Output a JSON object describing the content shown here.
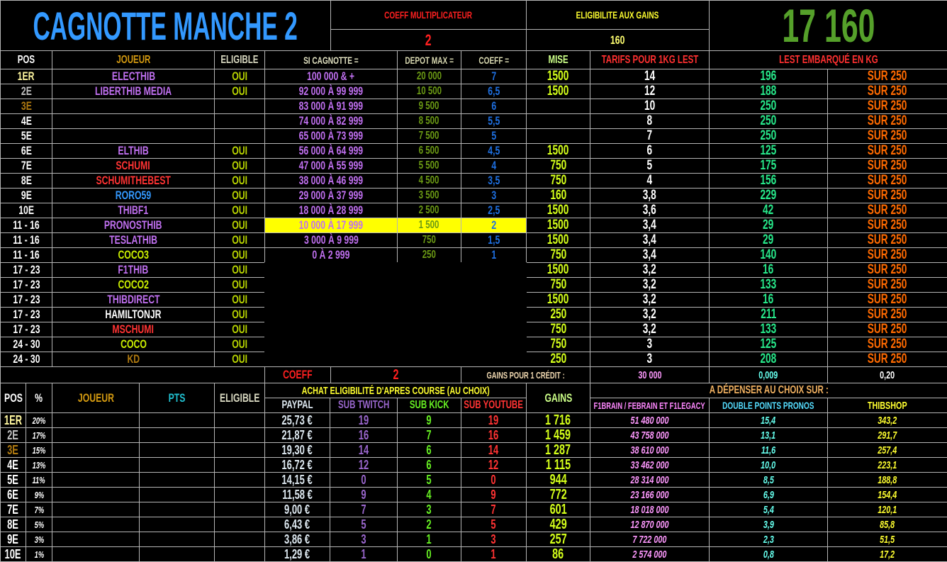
{
  "header": {
    "title": "CAGNOTTE MANCHE 2",
    "coeff_label": "COEFF MULTIPLICATEUR",
    "coeff_value": "2",
    "eligibility_label": "ELIGIBILITE AUX GAINS",
    "eligibility_value": "160",
    "jackpot": "17 160"
  },
  "top_columns": {
    "pos": "POS",
    "player": "JOUEUR",
    "eligible": "ELIGIBLE",
    "if_jackpot": "SI CAGNOTTE =",
    "max_deposit": "DEPOT MAX =",
    "coeff": "COEFF =",
    "bet": "MISE",
    "rate": "TARIFS POUR 1KG LEST",
    "ballast": "LEST EMBARQUÉ EN KG"
  },
  "top_rows": [
    {
      "pos": "1ER",
      "player": "ELECTHIB",
      "player_color": "#c070f0",
      "eligible": "OUI",
      "range": "100 000 & +",
      "deposit": "20 000",
      "coeff": "7",
      "bet": "1500",
      "rate": "14",
      "ballast": "196",
      "of": "SUR 250"
    },
    {
      "pos": "2E",
      "player": "LIBERTHIB MEDIA",
      "player_color": "#c070f0",
      "eligible": "OUI",
      "range": "92 000 À 99 999",
      "deposit": "10 500",
      "coeff": "6,5",
      "bet": "1500",
      "rate": "12",
      "ballast": "188",
      "of": "SUR 250"
    },
    {
      "pos": "3E",
      "player": "",
      "player_color": "#c070f0",
      "eligible": "",
      "range": "83 000 À 91 999",
      "deposit": "9 500",
      "coeff": "6",
      "bet": "",
      "rate": "10",
      "ballast": "250",
      "of": "SUR 250"
    },
    {
      "pos": "4E",
      "player": "",
      "player_color": "#c070f0",
      "eligible": "",
      "range": "74 000 À 82 999",
      "deposit": "8 500",
      "coeff": "5,5",
      "bet": "",
      "rate": "8",
      "ballast": "250",
      "of": "SUR 250"
    },
    {
      "pos": "5E",
      "player": "",
      "player_color": "#c070f0",
      "eligible": "",
      "range": "65 000 À 73 999",
      "deposit": "7 500",
      "coeff": "5",
      "bet": "",
      "rate": "7",
      "ballast": "250",
      "of": "SUR 250"
    },
    {
      "pos": "6E",
      "player": "ELTHIB",
      "player_color": "#c070f0",
      "eligible": "OUI",
      "range": "56 000 À 64 999",
      "deposit": "6 500",
      "coeff": "4,5",
      "bet": "1500",
      "rate": "6",
      "ballast": "125",
      "of": "SUR 250"
    },
    {
      "pos": "7E",
      "player": "SCHUMI",
      "player_color": "#ff3333",
      "eligible": "OUI",
      "range": "47 000 À 55 999",
      "deposit": "5 500",
      "coeff": "4",
      "bet": "750",
      "rate": "5",
      "ballast": "175",
      "of": "SUR 250"
    },
    {
      "pos": "8E",
      "player": "SCHUMITHEBEST",
      "player_color": "#ff3333",
      "eligible": "OUI",
      "range": "38 000 À 46 999",
      "deposit": "4 500",
      "coeff": "3,5",
      "bet": "750",
      "rate": "4",
      "ballast": "156",
      "of": "SUR 250"
    },
    {
      "pos": "9E",
      "player": "RORO59",
      "player_color": "#3399ff",
      "eligible": "OUI",
      "range": "29 000 À 37 999",
      "deposit": "3 500",
      "coeff": "3",
      "bet": "160",
      "rate": "3,8",
      "ballast": "229",
      "of": "SUR 250"
    },
    {
      "pos": "10E",
      "player": "THIBF1",
      "player_color": "#c070f0",
      "eligible": "OUI",
      "range": "18 000 À 28 999",
      "deposit": "2 500",
      "coeff": "2,5",
      "bet": "1500",
      "rate": "3,6",
      "ballast": "42",
      "of": "SUR 250"
    },
    {
      "pos": "11 - 16",
      "player": "PRONOSTHIB",
      "player_color": "#c070f0",
      "eligible": "OUI",
      "range": "10 000 À 17 999",
      "deposit": "1 500",
      "coeff": "2",
      "bet": "1500",
      "rate": "3,4",
      "ballast": "29",
      "of": "SUR 250",
      "highlight": true
    },
    {
      "pos": "11 - 16",
      "player": "TESLATHIB",
      "player_color": "#c070f0",
      "eligible": "OUI",
      "range": "3 000 À 9 999",
      "deposit": "750",
      "coeff": "1,5",
      "bet": "1500",
      "rate": "3,4",
      "ballast": "29",
      "of": "SUR 250"
    },
    {
      "pos": "11 - 16",
      "player": "COCO3",
      "player_color": "#ccf000",
      "eligible": "OUI",
      "range": "0 À 2 999",
      "deposit": "250",
      "coeff": "1",
      "bet": "750",
      "rate": "3,4",
      "ballast": "140",
      "of": "SUR 250"
    },
    {
      "pos": "17 - 23",
      "player": "F1THIB",
      "player_color": "#c070f0",
      "eligible": "OUI",
      "bet": "1500",
      "rate": "3,2",
      "ballast": "16",
      "of": "SUR 250"
    },
    {
      "pos": "17 - 23",
      "player": "COCO2",
      "player_color": "#ccf000",
      "eligible": "OUI",
      "bet": "750",
      "rate": "3,2",
      "ballast": "133",
      "of": "SUR 250"
    },
    {
      "pos": "17 - 23",
      "player": "THIBDIRECT",
      "player_color": "#c070f0",
      "eligible": "OUI",
      "bet": "1500",
      "rate": "3,2",
      "ballast": "16",
      "of": "SUR 250"
    },
    {
      "pos": "17 - 23",
      "player": "HAMILTONJR",
      "player_color": "#ffffff",
      "eligible": "OUI",
      "bet": "250",
      "rate": "3,2",
      "ballast": "211",
      "of": "SUR 250"
    },
    {
      "pos": "17 - 23",
      "player": "MSCHUMI",
      "player_color": "#ff3333",
      "eligible": "OUI",
      "bet": "750",
      "rate": "3,2",
      "ballast": "133",
      "of": "SUR 250"
    },
    {
      "pos": "24 - 30",
      "player": "COCO",
      "player_color": "#ccf000",
      "eligible": "OUI",
      "bet": "750",
      "rate": "3",
      "ballast": "125",
      "of": "SUR 250"
    },
    {
      "pos": "24 - 30",
      "player": "KD",
      "player_color": "#b07a10",
      "eligible": "OUI",
      "bet": "250",
      "rate": "3",
      "ballast": "208",
      "of": "SUR 250"
    }
  ],
  "coeff_row": {
    "label": "COEFF",
    "value": "2",
    "gains_label": "GAINS POUR 1 CRÉDIT :",
    "f1brain": "30 000",
    "double_points": "0,009",
    "thibshop": "0,20"
  },
  "bottom_columns": {
    "pos": "POS",
    "pct": "%",
    "player": "JOUEUR",
    "pts": "PTS",
    "eligible": "ELIGIBLE",
    "purchase": "ACHAT ELIGIBILITÉ D'APRES COURSE (AU CHOIX)",
    "paypal": "PAYPAL",
    "twitch": "SUB TWITCH",
    "kick": "SUB KICK",
    "youtube": "SUB YOUTUBE",
    "gains": "GAINS",
    "spend": "A DÉPENSER AU CHOIX SUR :",
    "f1brain": "F1BRAIN / FEBRAIN ET F1LEGACY",
    "double_points": "DOUBLE POINTS PRONOS",
    "thibshop": "THIBSHOP"
  },
  "bottom_rows": [
    {
      "pos": "1ER",
      "pct": "20%",
      "paypal": "25,73 €",
      "twitch": "19",
      "kick": "9",
      "youtube": "19",
      "gains": "1 716",
      "f1brain": "51 480 000",
      "double_points": "15,4",
      "thibshop": "343,2"
    },
    {
      "pos": "2E",
      "pct": "17%",
      "paypal": "21,87 €",
      "twitch": "16",
      "kick": "7",
      "youtube": "16",
      "gains": "1 459",
      "f1brain": "43 758 000",
      "double_points": "13,1",
      "thibshop": "291,7"
    },
    {
      "pos": "3E",
      "pct": "15%",
      "paypal": "19,30 €",
      "twitch": "14",
      "kick": "6",
      "youtube": "14",
      "gains": "1 287",
      "f1brain": "38 610 000",
      "double_points": "11,6",
      "thibshop": "257,4"
    },
    {
      "pos": "4E",
      "pct": "13%",
      "paypal": "16,72 €",
      "twitch": "12",
      "kick": "6",
      "youtube": "12",
      "gains": "1 115",
      "f1brain": "33 462 000",
      "double_points": "10,0",
      "thibshop": "223,1"
    },
    {
      "pos": "5E",
      "pct": "11%",
      "paypal": "14,15 €",
      "twitch": "0",
      "kick": "5",
      "youtube": "0",
      "gains": "944",
      "f1brain": "28 314 000",
      "double_points": "8,5",
      "thibshop": "188,8"
    },
    {
      "pos": "6E",
      "pct": "9%",
      "paypal": "11,58 €",
      "twitch": "9",
      "kick": "4",
      "youtube": "9",
      "gains": "772",
      "f1brain": "23 166 000",
      "double_points": "6,9",
      "thibshop": "154,4"
    },
    {
      "pos": "7E",
      "pct": "7%",
      "paypal": "9,00 €",
      "twitch": "7",
      "kick": "3",
      "youtube": "7",
      "gains": "601",
      "f1brain": "18 018 000",
      "double_points": "5,4",
      "thibshop": "120,1"
    },
    {
      "pos": "8E",
      "pct": "5%",
      "paypal": "6,43 €",
      "twitch": "5",
      "kick": "2",
      "youtube": "5",
      "gains": "429",
      "f1brain": "12 870 000",
      "double_points": "3,9",
      "thibshop": "85,8"
    },
    {
      "pos": "9E",
      "pct": "3%",
      "paypal": "3,86 €",
      "twitch": "3",
      "kick": "1",
      "youtube": "3",
      "gains": "257",
      "f1brain": "7 722 000",
      "double_points": "2,3",
      "thibshop": "51,5"
    },
    {
      "pos": "10E",
      "pct": "1%",
      "paypal": "1,29 €",
      "twitch": "1",
      "kick": "0",
      "youtube": "1",
      "gains": "86",
      "f1brain": "2 574 000",
      "double_points": "0,8",
      "thibshop": "17,2"
    }
  ],
  "colors": {
    "title": "#3399ff",
    "jackpot": "#55a02a",
    "red": "#ff2020",
    "yellow": "#ffff30",
    "range": "#c070f0",
    "eligible_yes": "#b8d400",
    "deposit": "#6b9a14",
    "coeff": "#1e6fe0",
    "bet": "#d4ff1a",
    "ballast": "#27e88a",
    "of": "#ff6a00",
    "highlight": "#ffff00",
    "pos_1": "#fff7a0",
    "pos_2": "#c0c0c0",
    "pos_3": "#b07a10"
  }
}
